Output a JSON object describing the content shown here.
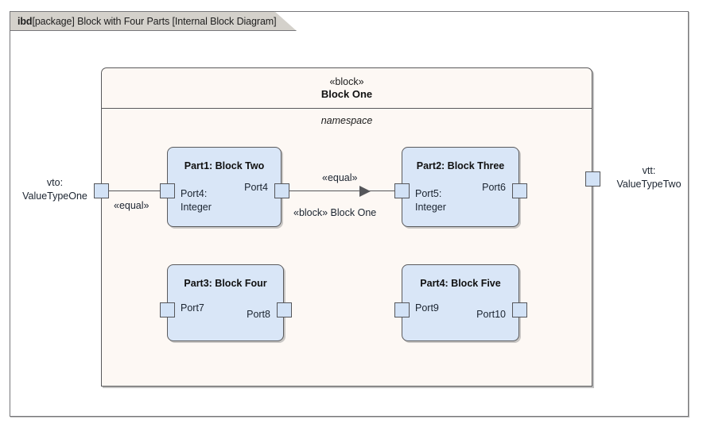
{
  "diagram": {
    "frame_tab": {
      "kind": "ibd",
      "rest": "[package] Block with Four Parts [Internal Block Diagram]"
    },
    "block_one": {
      "stereotype": "«block»",
      "name": "Block One",
      "compartment_label": "namespace"
    },
    "parts": [
      {
        "name": "Part1: Block Two",
        "left_port_label": "Port4:\nInteger",
        "right_port_label": "Port4"
      },
      {
        "name": "Part2: Block Three",
        "left_port_label": "Port5:\nInteger",
        "right_port_label": "Port6"
      },
      {
        "name": "Part3: Block Four",
        "left_port_label": "Port7",
        "right_port_label": "Port8"
      },
      {
        "name": "Part4: Block Five",
        "left_port_label": "Port9",
        "right_port_label": "Port10"
      }
    ],
    "external_labels": {
      "left": "vto:\nValueTypeOne",
      "right": "vtt:\nValueTypeTwo"
    },
    "connectors": {
      "left_label": "«equal»",
      "middle_top_label": "«equal»",
      "middle_bottom_label": "«block» Block One"
    },
    "colors": {
      "frame_border": "#77777a",
      "tab_fill": "#d4d1cb",
      "block_fill": "#fdf8f4",
      "part_fill": "#d9e6f7",
      "port_fill": "#d2e2f6",
      "line": "#55565a"
    }
  }
}
